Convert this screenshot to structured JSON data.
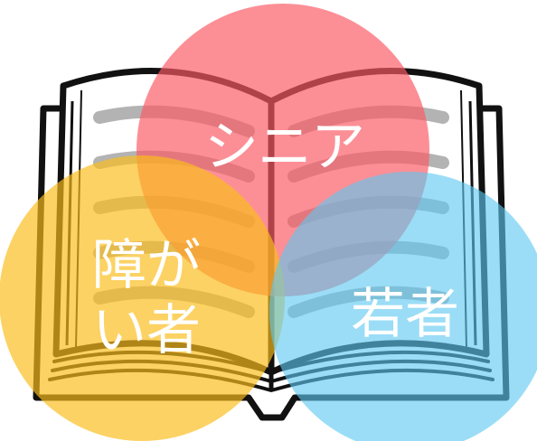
{
  "diagram": {
    "circles": [
      {
        "id": "senior",
        "label": "シニア",
        "color": "#fa5a64"
      },
      {
        "id": "disabled",
        "label_line1": "障が",
        "label_line2": "い者",
        "color": "#fbbd1b"
      },
      {
        "id": "youth",
        "label": "若者",
        "color": "#5dc8f0"
      }
    ],
    "background_icon": "open-book-icon"
  }
}
